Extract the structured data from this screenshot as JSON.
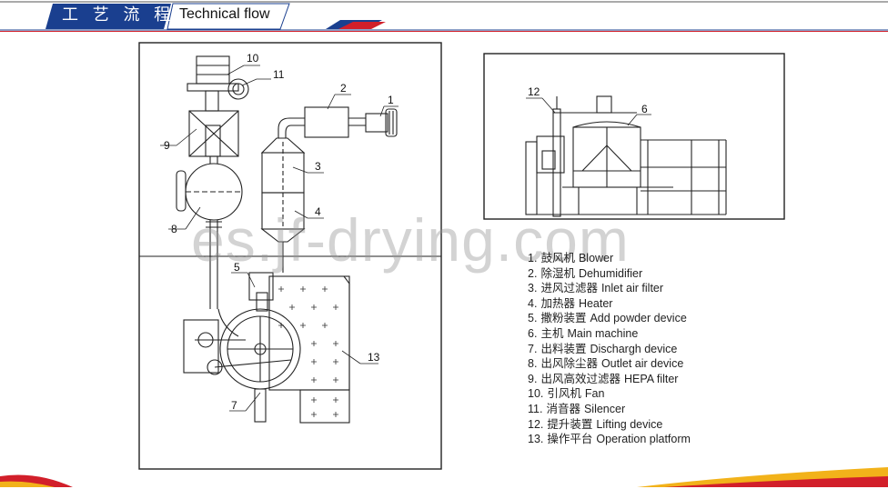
{
  "header": {
    "title_cn": "工 艺 流 程",
    "title_en": "Technical flow",
    "colors": {
      "blue": "#1a3f8f",
      "red": "#d21f2a"
    }
  },
  "watermark": "es.jf-drying.com",
  "callouts": [
    "1",
    "2",
    "3",
    "4",
    "5",
    "6",
    "7",
    "8",
    "9",
    "10",
    "11",
    "12",
    "13"
  ],
  "legend": [
    {
      "num": "1.",
      "cn": "鼓风机",
      "en": "Blower"
    },
    {
      "num": "2.",
      "cn": "除湿机",
      "en": "Dehumidifier"
    },
    {
      "num": "3.",
      "cn": "进风过滤器",
      "en": "Inlet air filter"
    },
    {
      "num": "4.",
      "cn": "加热器",
      "en": "Heater"
    },
    {
      "num": "5.",
      "cn": "撒粉装置",
      "en": "Add powder device"
    },
    {
      "num": "6.",
      "cn": "主机",
      "en": "Main machine"
    },
    {
      "num": "7.",
      "cn": "出料装置",
      "en": "Dischargh device"
    },
    {
      "num": "8.",
      "cn": "出风除尘器",
      "en": "Outlet air device"
    },
    {
      "num": "9.",
      "cn": "出风高效过滤器",
      "en": "HEPA filter"
    },
    {
      "num": "10.",
      "cn": "引风机",
      "en": "Fan"
    },
    {
      "num": "11.",
      "cn": "消音器",
      "en": "Silencer"
    },
    {
      "num": "12.",
      "cn": "提升装置",
      "en": "Lifting device"
    },
    {
      "num": "13.",
      "cn": "操作平台",
      "en": "Operation platform"
    }
  ]
}
